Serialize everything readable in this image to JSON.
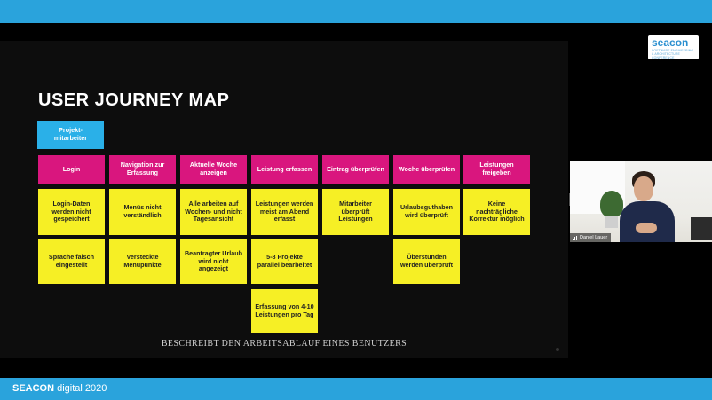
{
  "slide": {
    "title": "USER JOURNEY MAP",
    "role": "Projekt-\nmitarbeiter",
    "stages": [
      "Login",
      "Navigation zur Erfassung",
      "Aktuelle Woche anzeigen",
      "Leistung erfassen",
      "Eintrag überprüfen",
      "Woche überprüfen",
      "Leistungen freigeben"
    ],
    "pain_points_row1": [
      "Login-Daten werden nicht gespeichert",
      "Menüs nicht verständlich",
      "Alle arbeiten auf Wochen- und nicht Tagesansicht",
      "Leistungen werden meist am Abend erfasst",
      "Mitarbeiter überprüft Leistungen",
      "Urlaubsguthaben wird überprüft",
      "Keine nachträgliche Korrektur möglich"
    ],
    "pain_points_row2": [
      "Sprache falsch eingestellt",
      "Versteckte Menüpunkte",
      "Beantragter Urlaub wird nicht angezeigt",
      "5-8 Projekte parallel bearbeitet",
      "Überstunden werden überprüft"
    ],
    "pain_points_row3": [
      "Erfassung von 4-10 Leistungen pro Tag"
    ],
    "caption": "BESCHREIBT DEN ARBEITSABLAUF EINES BENUTZERS"
  },
  "logo": {
    "word": "seacon",
    "sub": "SOFTWARE ENGINEERING & ARCHITECTURE CONFERENCE"
  },
  "video": {
    "participant_name": "Daniel Lauer"
  },
  "footer": {
    "brand": "SEACON",
    "suffix": " digital 2020"
  },
  "colors": {
    "frame_blue": "#2aa3dc",
    "card_blue": "#2ab0e8",
    "card_magenta": "#d9167e",
    "card_yellow": "#f6ef25"
  }
}
